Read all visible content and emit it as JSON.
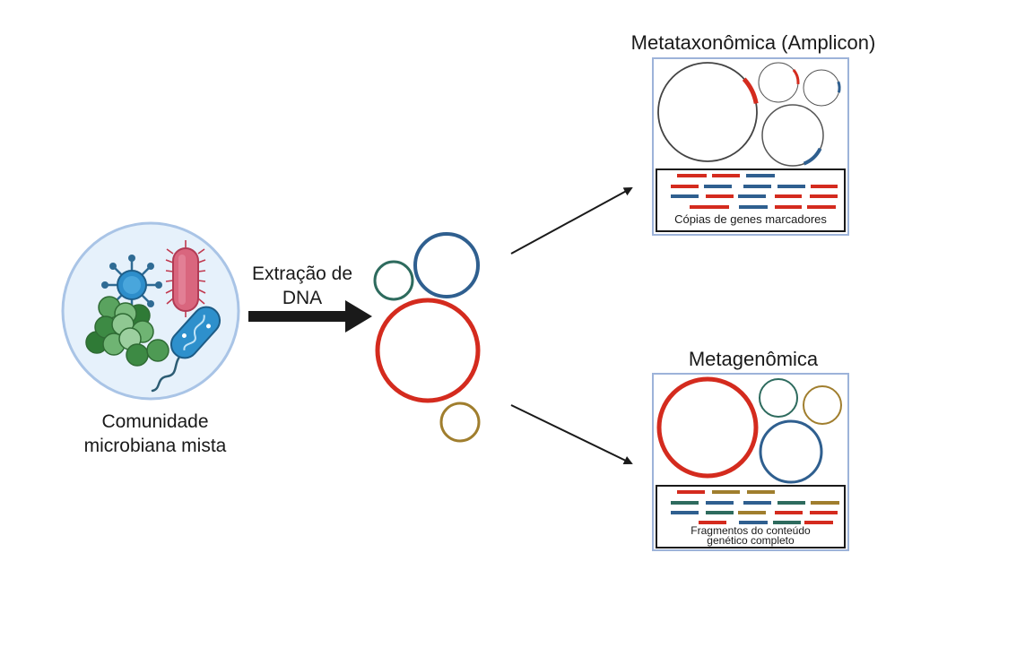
{
  "community": {
    "line1": "Comunidade",
    "line2": "microbiana mista"
  },
  "extraction": {
    "line1": "Extração de",
    "line2": "DNA"
  },
  "amplicon": {
    "title": "Metataxonômica (Amplicon)",
    "caption": "Cópias de genes marcadores"
  },
  "metagenomic": {
    "title": "Metagenômica",
    "caption_line1": "Fragmentos do conteúdo",
    "caption_line2": "genético completo"
  },
  "colors": {
    "red": "#d42b1e",
    "blue": "#2f5f8f",
    "teal": "#2e6b5e",
    "olive": "#a07e2e",
    "frame": "#9db3d9",
    "bubble_fill": "#e6f1fb",
    "bubble_stroke": "#a9c4e6"
  }
}
